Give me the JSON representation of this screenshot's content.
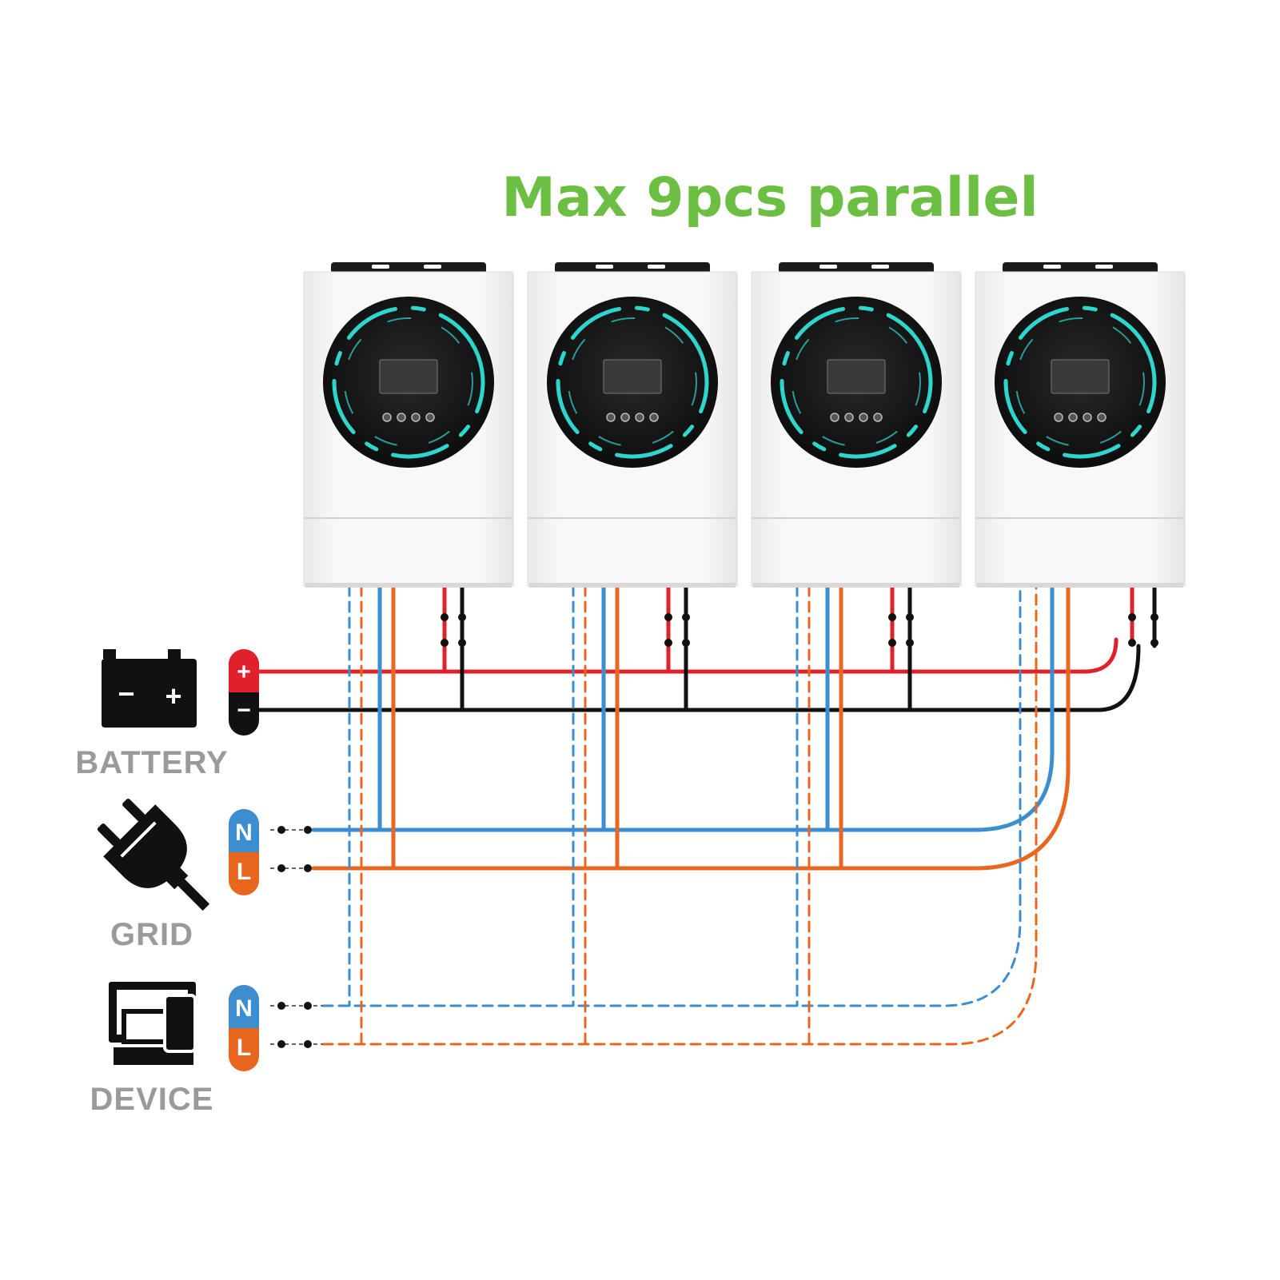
{
  "title": "Max 9pcs parallel",
  "colors": {
    "title": "#6cbf43",
    "battery_positive": "#e0202a",
    "battery_negative": "#111111",
    "neutral": "#3d8ed0",
    "line": "#e8661e",
    "screen_ring": "#2fd6d0",
    "label_gray": "#9a9a9a"
  },
  "sources": {
    "battery": {
      "label": "BATTERY",
      "icon": "battery-icon",
      "terminals": {
        "positive": "+",
        "negative": "−"
      },
      "battery_symbols": {
        "minus": "−",
        "plus": "+"
      }
    },
    "grid": {
      "label": "GRID",
      "icon": "plug-icon",
      "terminals": {
        "neutral": "N",
        "line": "L"
      }
    },
    "device": {
      "label": "DEVICE",
      "icon": "computer-icon",
      "terminals": {
        "neutral": "N",
        "line": "L"
      }
    }
  },
  "inverters": [
    {
      "name": "inverter-1"
    },
    {
      "name": "inverter-2"
    },
    {
      "name": "inverter-3"
    },
    {
      "name": "inverter-4"
    }
  ]
}
